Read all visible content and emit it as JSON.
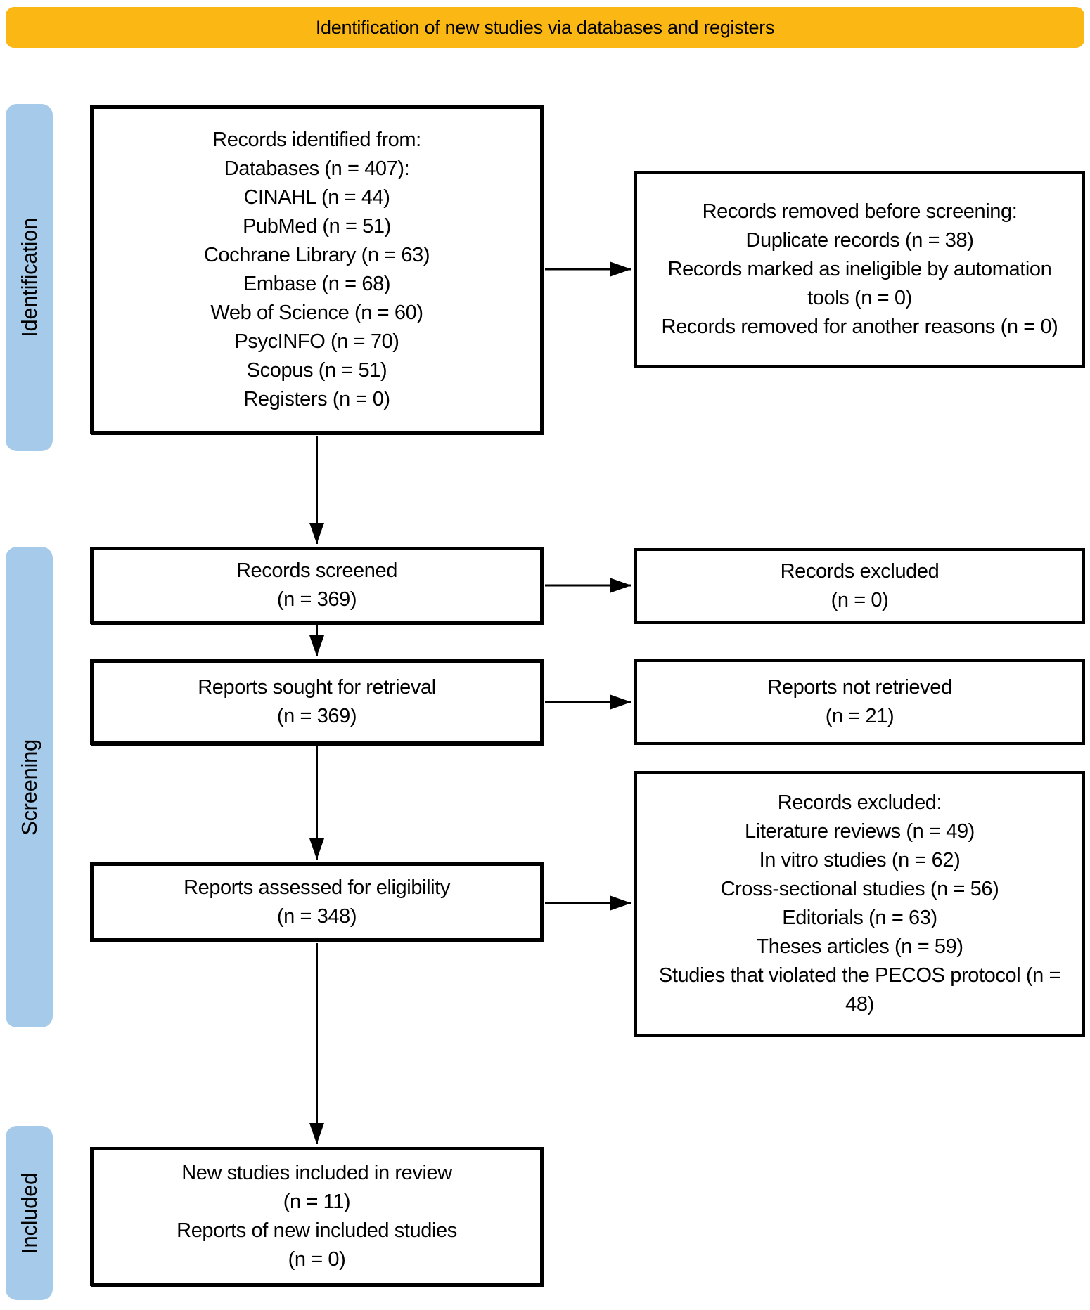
{
  "banner": {
    "title": "Identification of new studies via databases and registers"
  },
  "stages": [
    {
      "label": "Identification"
    },
    {
      "label": "Screening"
    },
    {
      "label": "Included"
    }
  ],
  "colors": {
    "banner_bg": "#FBB713",
    "stage_bg": "#A6CBEA",
    "line": "#000000"
  },
  "boxes": {
    "identified": {
      "lines": [
        "Records identified from:",
        "Databases (n = 407):",
        "CINAHL (n = 44)",
        "PubMed (n = 51)",
        "Cochrane Library (n = 63)",
        "Embase (n = 68)",
        "Web of Science (n = 60)",
        "PsycINFO (n = 70)",
        "Scopus (n = 51)",
        "Registers (n = 0)"
      ]
    },
    "removed_before_screening": {
      "lines": [
        "Records removed before screening:",
        "Duplicate records (n = 38)",
        "Records marked as ineligible by automation tools (n = 0)",
        "Records removed for another reasons (n = 0)"
      ]
    },
    "screened": {
      "lines": [
        "Records screened",
        "(n = 369)"
      ]
    },
    "records_excluded": {
      "lines": [
        "Records excluded",
        "(n = 0)"
      ]
    },
    "sought": {
      "lines": [
        "Reports sought for retrieval",
        "(n = 369)"
      ]
    },
    "not_retrieved": {
      "lines": [
        "Reports not retrieved",
        "(n = 21)"
      ]
    },
    "assessed": {
      "lines": [
        "Reports assessed for eligibility",
        "(n = 348)"
      ]
    },
    "excluded_reasons": {
      "lines": [
        "Records excluded:",
        "Literature reviews (n = 49)",
        "In vitro studies (n = 62)",
        "Cross-sectional studies (n = 56)",
        "Editorials (n = 63)",
        "Theses articles (n = 59)",
        "Studies that violated the PECOS protocol (n = 48)"
      ]
    },
    "included": {
      "lines": [
        "New studies included in review",
        "(n = 11)",
        "Reports of new included studies",
        "(n = 0)"
      ]
    }
  }
}
